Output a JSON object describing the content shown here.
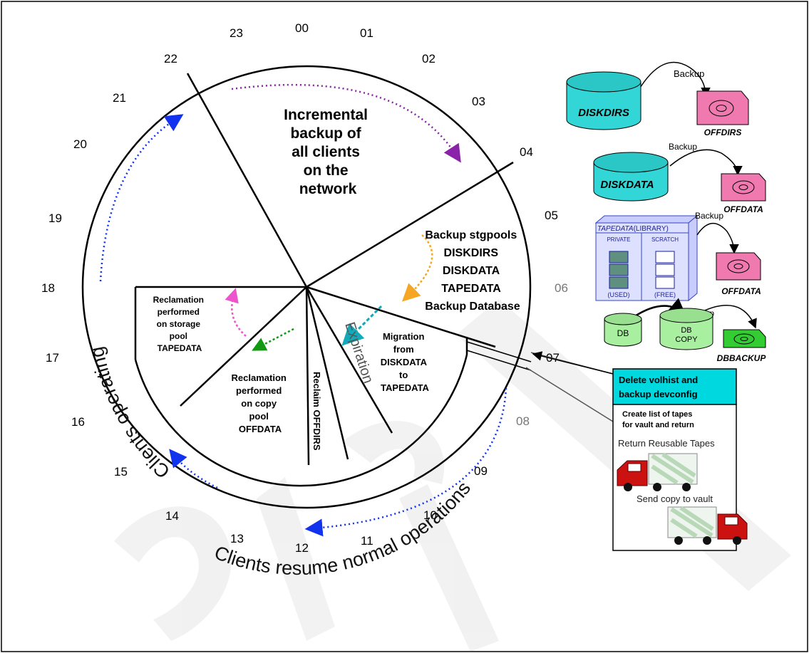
{
  "hours": [
    "00",
    "01",
    "02",
    "03",
    "04",
    "05",
    "06",
    "07",
    "08",
    "09",
    "10",
    "11",
    "12",
    "13",
    "14",
    "15",
    "16",
    "17",
    "18",
    "19",
    "20",
    "21",
    "22",
    "23"
  ],
  "segments": {
    "incremental": [
      "Incremental",
      "backup of",
      "all clients",
      "on the",
      "network"
    ],
    "backup_stgpools": [
      "Backup stgpools",
      "DISKDIRS",
      "DISKDATA",
      "TAPEDATA",
      "Backup Database"
    ],
    "migration": [
      "Migration",
      "from",
      "DISKDATA",
      "to",
      "TAPEDATA"
    ],
    "expiration": "Expiration",
    "reclaim_offdirs": "Reclaim OFFDIRS",
    "reclamation_copy": [
      "Reclamation",
      "performed",
      "on copy",
      "pool",
      "OFFDATA"
    ],
    "reclamation_storage": [
      "Reclamation",
      "performed",
      "on storage",
      "pool",
      "TAPEDATA"
    ]
  },
  "outer_ring": {
    "clients_operating": "Clients  operating",
    "clients_resume": "Clients  resume  normal  operations"
  },
  "right_panel": {
    "backup_1": "Backup",
    "diskdirs": "DISKDIRS",
    "offdirs": "OFFDIRS",
    "backup_2": "Backup",
    "diskdata": "DISKDATA",
    "offdata_1": "OFFDATA",
    "backup_3": "Backup",
    "tapedata": "TAPEDATA",
    "library": "(LIBRARY)",
    "private": "PRIVATE",
    "scratch": "SCRATCH",
    "used": "(USED)",
    "free": "(FREE)",
    "offdata_2": "OFFDATA",
    "backup_4": "Backup",
    "db": "DB",
    "db_copy_1": "DB",
    "db_copy_2": "COPY",
    "dbbackup": "DBBACKUP",
    "delete_volhist_1": "Delete volhist and",
    "delete_volhist_2": "backup devconfig",
    "create_list_1": "Create list of tapes",
    "create_list_2": "for vault and return",
    "return_tapes": "Return Reusable Tapes",
    "send_vault": "Send copy to vault"
  },
  "colors": {
    "cylinder_cyan": "#33d6d6",
    "tape_pink": "#f07ab0",
    "db_green": "#a8f0a0",
    "dbbackup_green": "#33cc33",
    "delete_box": "#00d8e0",
    "truck_red": "#cc1111",
    "library_blue": "#3344cc"
  }
}
